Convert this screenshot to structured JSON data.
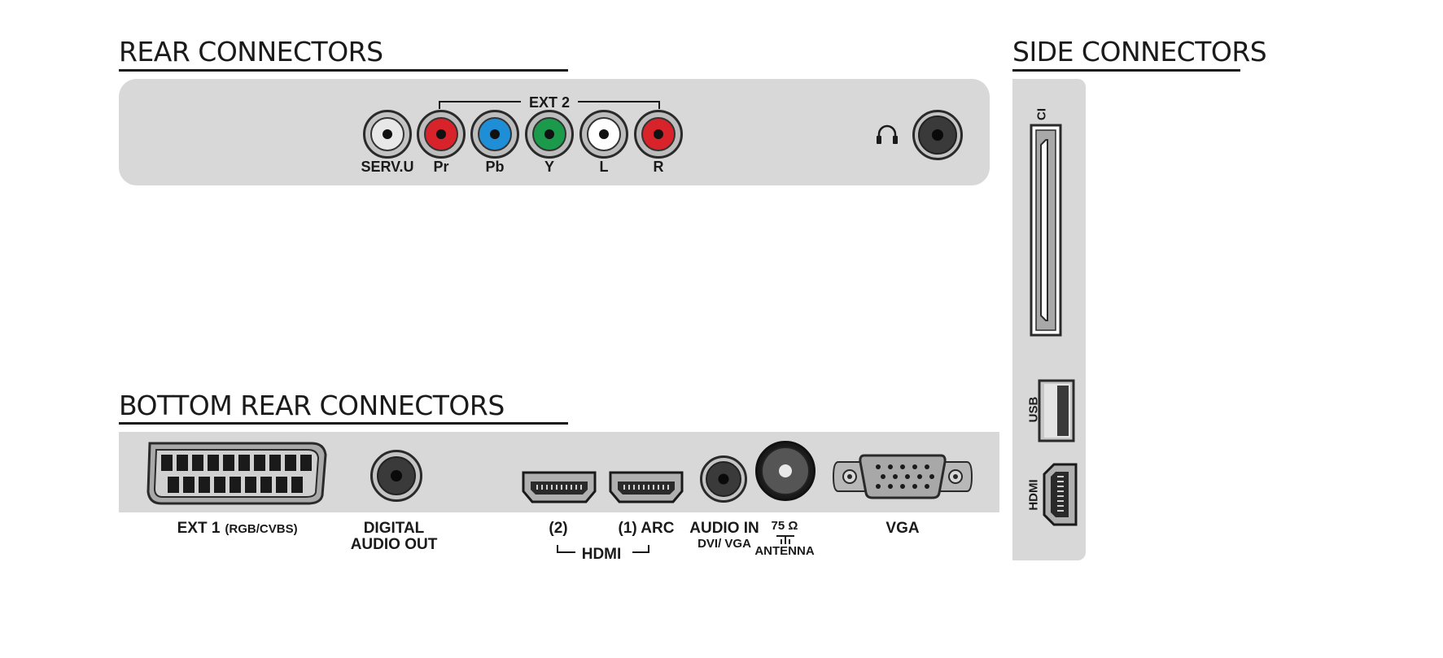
{
  "headings": {
    "rear": "REAR CONNECTORS",
    "side": "SIDE CONNECTORS",
    "bottom": "BOTTOM REAR CONNECTORS"
  },
  "rear": {
    "group_label": "EXT 2",
    "jacks": [
      {
        "label": "SERV.U",
        "color": "#e8e8e8"
      },
      {
        "label": "Pr",
        "color": "#d8232a"
      },
      {
        "label": "Pb",
        "color": "#1e8fd6"
      },
      {
        "label": "Y",
        "color": "#1a9a4a"
      },
      {
        "label": "L",
        "color": "#ffffff"
      },
      {
        "label": "R",
        "color": "#d8232a"
      }
    ],
    "headphone_icon": "headphones-icon"
  },
  "bottom": {
    "ext1": "EXT 1",
    "ext1_sub": "(RGB/CVBS)",
    "digital_audio_1": "DIGITAL",
    "digital_audio_2": "AUDIO OUT",
    "hdmi2": "(2)",
    "hdmi1": "(1) ARC",
    "hdmi_group": "HDMI",
    "audio_in": "AUDIO IN",
    "audio_in_sub": "DVI/ VGA",
    "antenna_ohm": "75 Ω",
    "antenna": "ANTENNA",
    "vga": "VGA"
  },
  "side": {
    "ci": "CI",
    "usb": "USB",
    "hdmi": "HDMI"
  }
}
